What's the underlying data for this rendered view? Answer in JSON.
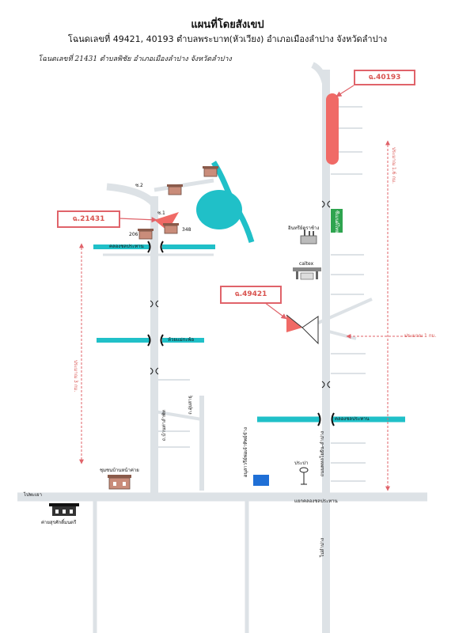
{
  "header": {
    "title": "แผนที่โดยสังเขป",
    "subtitle": "โฉนดเลขที่ 49421, 40193 ตำบลพระบาท(หัวเวียง) อำเภอเมืองลำปาง จังหวัดลำปาง",
    "handwritten": "โฉนดเลขที่ 21431 ตำบลพิชัย อำเภอเมืองลำปาง จังหวัดลำปาง"
  },
  "parcels": {
    "p40193": "ฉ.40193",
    "p21431": "ฉ.21431",
    "p49421": "ฉ.49421"
  },
  "distances": {
    "d16": "ประมาณ 1.6 กม.",
    "d1": "ประมาณ 1 กม.",
    "d3": "ประมาณ 3 กม."
  },
  "places": {
    "s2": "ซ.2",
    "s1": "ซ.1",
    "h206": "206",
    "h348": "348",
    "cement": "อินทรีย์ตราช้าง",
    "caltex": "caltex",
    "green_store": "ซีเมนต์ไทย",
    "canal1": "คลองชลประทาน",
    "canal2": "ห้วยแม่กะพ้อ",
    "canal3": "คลองชลประทาน",
    "rd_a": "ถ.อุ่มสาธุ",
    "rd_b": "ถ.บ้านท่าลำพัท",
    "community": "ชุมชนบ้านหน้าค่าย",
    "camp": "ค่ายสุรศักดิ์มนตรี",
    "monument": "อนุสาวรีย์พ่อเจ้าทิพย์ช้าง",
    "waterworks": "ประปา",
    "main_rd": "ถนนพหลโยธิน-ลำปาง",
    "to_phayao": "ไปพะเยา",
    "junction": "แยกคลองชลประทาน",
    "to_lampang": "ไปลำปาง"
  },
  "colors": {
    "road": "#dde2e6",
    "water": "#20c0c8",
    "parcel": "#f06a66",
    "arrow": "#e0636a",
    "store": "#2ea44f",
    "monument": "#1f6fd6"
  },
  "icons": {
    "house": "house-icon",
    "factory": "factory-icon",
    "gas_station": "gas-station-icon",
    "water_tower": "water-tower-icon",
    "camp": "camp-icon"
  }
}
